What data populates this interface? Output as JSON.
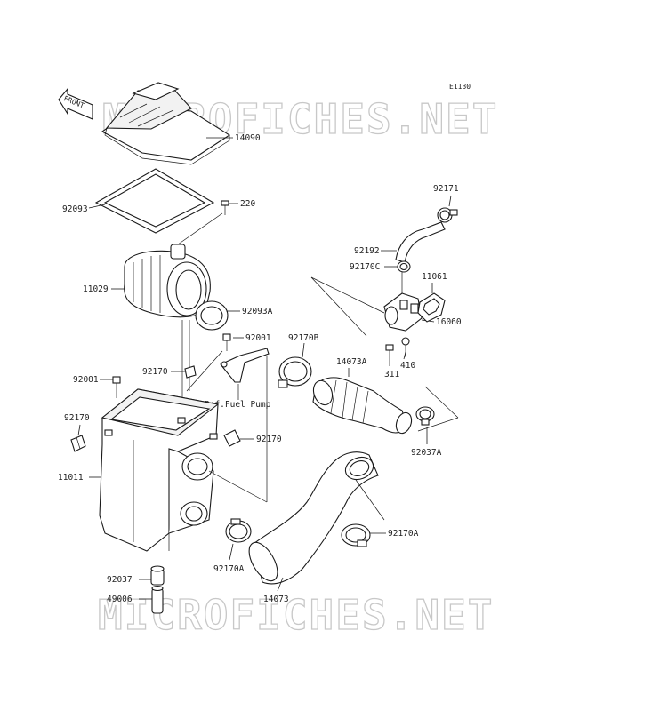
{
  "diagram": {
    "code": "E1130",
    "front_label": "FRONT",
    "watermark": "MICROFICHES.NET",
    "ref_note": "Ref.Fuel Pump",
    "parts": {
      "p14090": "14090",
      "p92093": "92093",
      "p220": "220",
      "p92171": "92171",
      "p92192": "92192",
      "p92170C": "92170C",
      "p11061": "11061",
      "p11029": "11029",
      "p92093A": "92093A",
      "p16060": "16060",
      "p92001a": "92001",
      "p92170B": "92170B",
      "p14073A": "14073A",
      "p410": "410",
      "p311": "311",
      "p92170a": "92170",
      "p92001b": "92001",
      "p92170b": "92170",
      "p92170c": "92170",
      "p92037A": "92037A",
      "p11011": "11011",
      "p92170Aa": "92170A",
      "p92170Ab": "92170A",
      "p92037": "92037",
      "p14073": "14073",
      "p49006": "49006"
    }
  }
}
